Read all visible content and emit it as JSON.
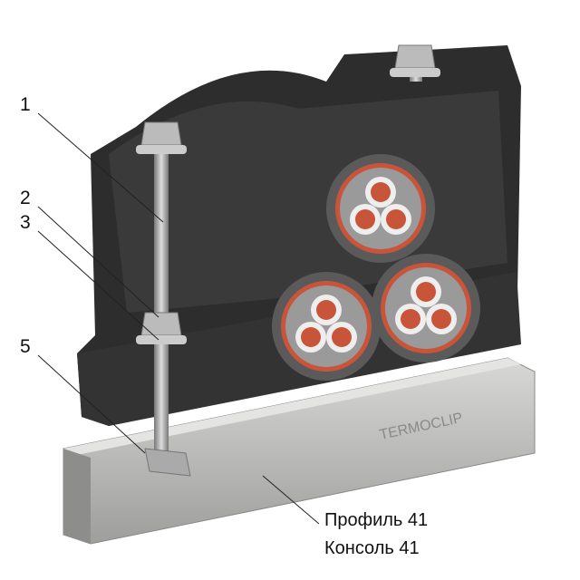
{
  "callouts": [
    {
      "number": "1"
    },
    {
      "number": "2"
    },
    {
      "number": "3"
    },
    {
      "number": "5"
    }
  ],
  "captions": {
    "profile": "Профиль 41",
    "console": "Консоль 41"
  },
  "logo_text": "TERMOCLIP",
  "colors": {
    "body": "#2d2d2d",
    "rail": "#c4c4c2",
    "cable_sheath": "#6b6b6b",
    "conductor": "#c8553a",
    "bolt": "#a8a8a8"
  }
}
